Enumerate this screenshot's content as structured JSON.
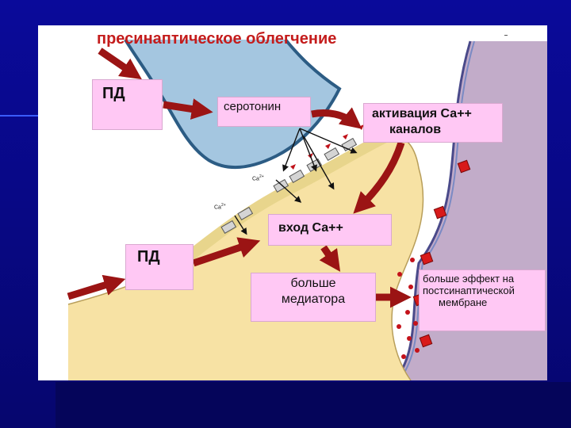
{
  "title": "пресинаптическое облегчение",
  "labels": {
    "pd_top": "ПД",
    "pd_bottom": "ПД",
    "serotonin": "серотонин",
    "activation_line1": "активация Са++",
    "activation_line2": "каналов",
    "ca_entry": "вход Са++",
    "mediator_line1": "больше",
    "mediator_line2": "медиатора",
    "effect_line1": "больше эффект на",
    "effect_line2": "постсинаптической",
    "effect_line3": "мембране",
    "ca_small_1": "Ca",
    "ca_small_2": "Ca",
    "ca_charge": "2+"
  },
  "colors": {
    "slide_background": "#0a0a8a",
    "title_red": "#c41c1c",
    "label_box": "#ffc8f4",
    "arrow": "#9b1414",
    "presynaptic_terminal_blue": "#a4c6e0",
    "axon_terminal_yellow": "#f7e2a4",
    "postsynaptic_membrane_purple": "#c2acc9",
    "receptor_red": "#d81a1a"
  },
  "icons": {
    "arrows": "dark-red-block-arrows",
    "ca_channels": "gray-rectangular-channels",
    "receptors": "red-square-receptors",
    "mediator": "red-dots"
  }
}
